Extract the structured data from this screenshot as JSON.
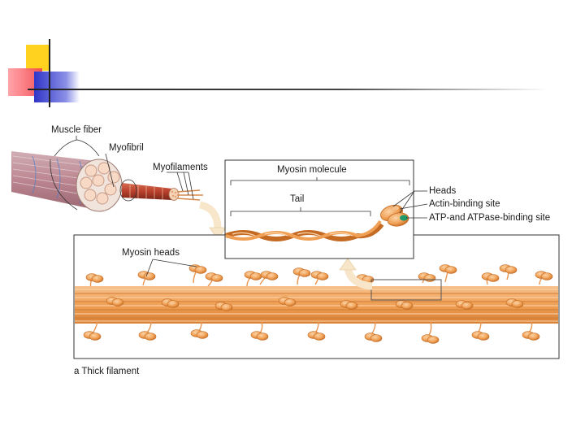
{
  "labels": {
    "muscle_fiber": "Muscle fiber",
    "myofibril": "Myofibril",
    "myofilaments": "Myofilaments",
    "myosin_molecule": "Myosin molecule",
    "tail": "Tail",
    "heads": "Heads",
    "actin_binding_site": "Actin-binding site",
    "atp_site": "ATP-and ATPase-binding site",
    "myosin_heads": "Myosin heads",
    "caption": "a  Thick filament"
  },
  "colors": {
    "accent_yellow": "#ffd21f",
    "accent_red": "#f2434b",
    "accent_blue": "#2f35c8",
    "filament_orange": "#f0a055",
    "filament_dark": "#c46a22",
    "binding_green": "#1f9a6a"
  }
}
